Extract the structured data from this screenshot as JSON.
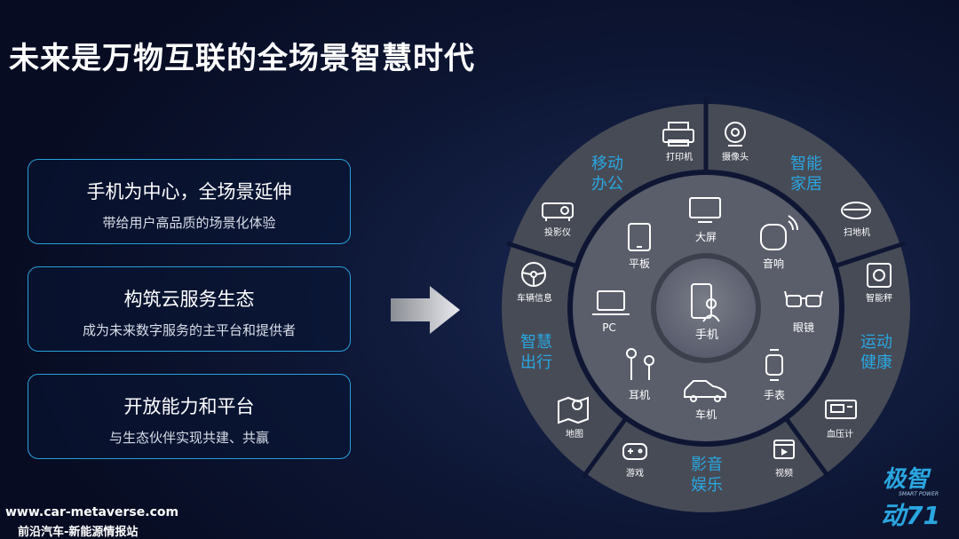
{
  "title": "未来是万物互联的全场景智慧时代",
  "cards": [
    {
      "heading": "手机为中心，全场景延伸",
      "sub": "带给用户高品质的场景化体验"
    },
    {
      "heading": "构筑云服务生态",
      "sub": "成为未来数字服务的主平台和提供者"
    },
    {
      "heading": "开放能力和平台",
      "sub": "与生态伙伴实现共建、共赢"
    }
  ],
  "center": {
    "label": "手机",
    "icon": "phone-user-icon"
  },
  "inner_ring": [
    {
      "label": "大屏",
      "icon": "tv-icon"
    },
    {
      "label": "音响",
      "icon": "speaker-icon"
    },
    {
      "label": "眼镜",
      "icon": "glasses-icon"
    },
    {
      "label": "手表",
      "icon": "watch-icon"
    },
    {
      "label": "车机",
      "icon": "car-icon"
    },
    {
      "label": "耳机",
      "icon": "earphones-icon"
    },
    {
      "label": "PC",
      "icon": "laptop-icon"
    },
    {
      "label": "平板",
      "icon": "tablet-icon"
    }
  ],
  "scenes": [
    {
      "line1": "移动",
      "line2": "办公"
    },
    {
      "line1": "智能",
      "line2": "家居"
    },
    {
      "line1": "运动",
      "line2": "健康"
    },
    {
      "line1": "影音",
      "line2": "娱乐"
    },
    {
      "line1": "智慧",
      "line2": "出行"
    }
  ],
  "outer_devices": [
    {
      "label": "打印机",
      "icon": "printer-icon"
    },
    {
      "label": "摄像头",
      "icon": "camera-icon"
    },
    {
      "label": "扫地机",
      "icon": "robot-vacuum-icon"
    },
    {
      "label": "智能秤",
      "icon": "scale-icon"
    },
    {
      "label": "血压计",
      "icon": "blood-pressure-icon"
    },
    {
      "label": "视频",
      "icon": "video-icon"
    },
    {
      "label": "游戏",
      "icon": "gamepad-icon"
    },
    {
      "label": "地图",
      "icon": "map-icon"
    },
    {
      "label": "车辆信息",
      "icon": "steering-wheel-icon"
    },
    {
      "label": "投影仪",
      "icon": "projector-icon"
    }
  ],
  "watermark": {
    "url": "www.car-metaverse.com",
    "tagline": "前沿汽车-新能源情报站"
  },
  "logo": {
    "line1": "极智",
    "line2": "动71",
    "small": "SMART POWER"
  },
  "colors": {
    "accent": "#2aa6e0",
    "card_border": "#2a9fd8",
    "ring": "#4a4e5a",
    "center": "#6a6e78"
  }
}
